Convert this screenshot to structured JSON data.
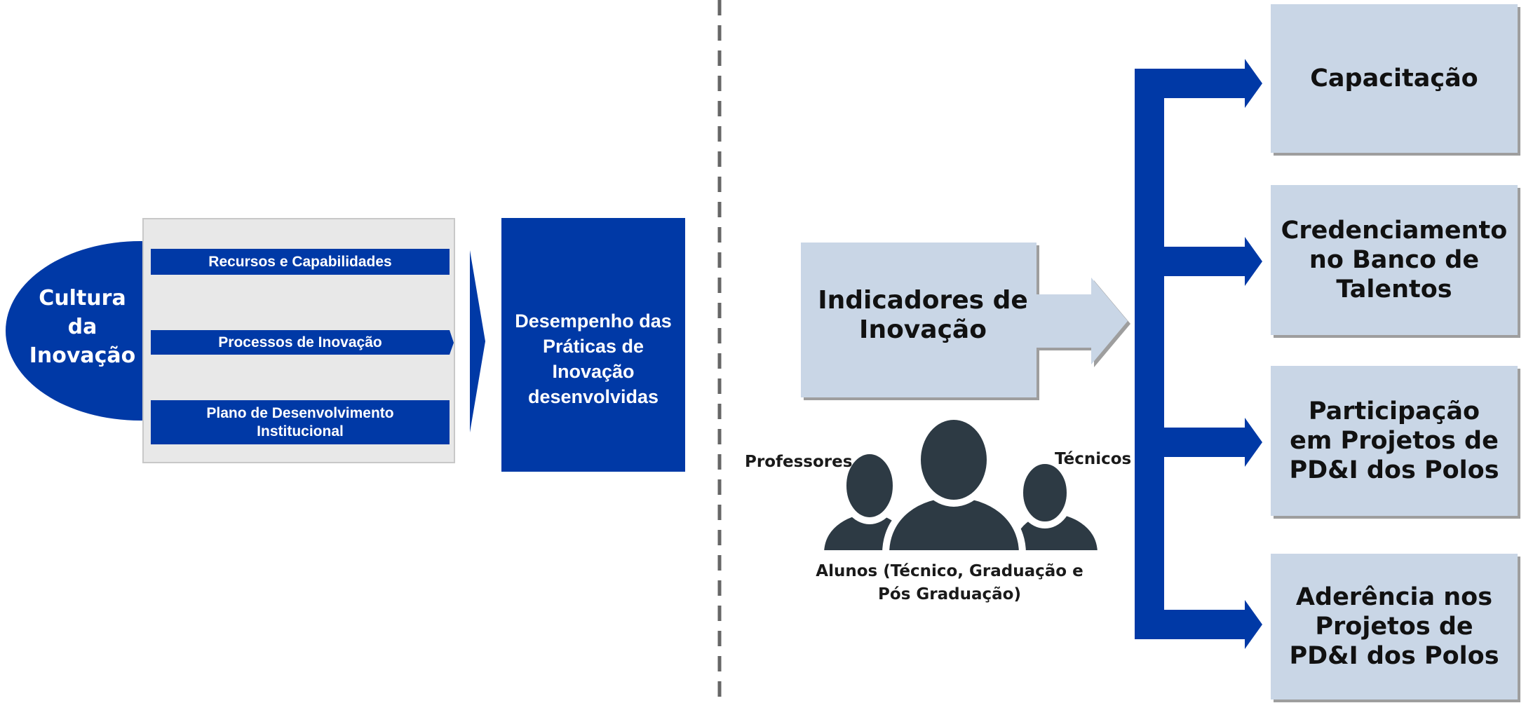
{
  "diagram": {
    "culture": {
      "label_lines": [
        "Cultura",
        "da",
        "Inovação"
      ]
    },
    "panel": {
      "items": [
        {
          "label": "Recursos e Capabilidades"
        },
        {
          "label": "Processos de Inovação"
        },
        {
          "label": "Plano de Desenvolvimento Institucional"
        }
      ]
    },
    "performance": {
      "label": "Desempenho das Práticas de Inovação desenvolvidas"
    },
    "indicators": {
      "label": "Indicadores de Inovação"
    },
    "people": {
      "left_label": "Professores",
      "right_label": "Técnicos",
      "bottom_label": "Alunos  (Técnico, Graduação e Pós Graduação)"
    },
    "outcomes": [
      {
        "label": "Capacitação"
      },
      {
        "label": "Credenciamento no Banco de Talentos"
      },
      {
        "label": "Participação em Projetos de PD&I dos Polos"
      },
      {
        "label": "Aderência nos Projetos de PD&I dos Polos"
      }
    ],
    "colors": {
      "primary_blue": "#0039a6",
      "light_blue": "#c9d6e6",
      "panel_gray": "#e8e8e8",
      "people_icon": "#2d3a44",
      "divider": "#666666"
    }
  }
}
